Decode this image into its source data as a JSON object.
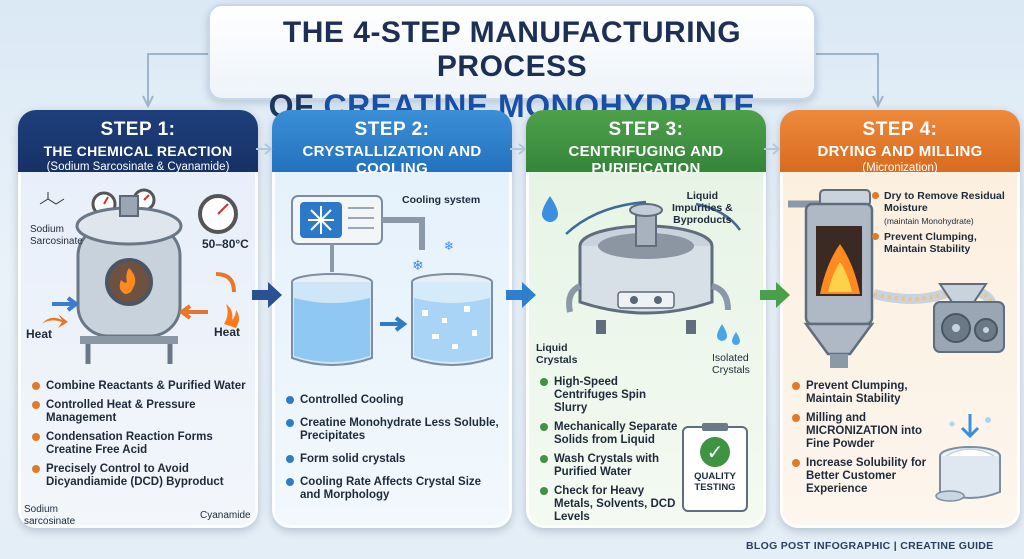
{
  "title": {
    "line1": "THE 4-STEP MANUFACTURING PROCESS",
    "line2_prefix": "OF",
    "line2_accent": "CREATINE MONOHYDRATE"
  },
  "steps": [
    {
      "title": "STEP 1:",
      "subtitle": "THE CHEMICAL REACTION",
      "note": "(Sodium Sarcosinate & Cyanamide)",
      "labels": {
        "sodium": "Sodium\nSarcosinate",
        "temp": "50–80°C",
        "heat_left": "Heat",
        "heat_right": "Heat",
        "sodium_bottom": "Sodium\nsarcosinate",
        "cyanamide": "Cyanamide"
      },
      "bullets": [
        "Combine Reactants & Purified Water",
        "Controlled Heat & Pressure Management",
        "Condensation Reaction Forms Creatine Free Acid",
        "Precisely Control to Avoid Dicyandiamide (DCD) Byproduct"
      ]
    },
    {
      "title": "STEP 2:",
      "subtitle": "CRYSTALLIZATION AND COOLING",
      "note": "",
      "labels": {
        "cooling": "Cooling system"
      },
      "bullets": [
        "Controlled Cooling",
        "Creatine Monohydrate Less Soluble, Precipitates",
        "Form solid crystals",
        "Cooling Rate Affects Crystal Size and Morphology"
      ]
    },
    {
      "title": "STEP 3:",
      "subtitle": "CENTRIFUGING AND PURIFICATION",
      "note": "",
      "labels": {
        "impurities": "Liquid\nImpurities &\nByproducts",
        "liquid_crystals": "Liquid\nCrystals",
        "isolated": "Isolated\nCrystals",
        "testing": "QUALITY\nTESTING"
      },
      "bullets": [
        "High-Speed Centrifuges Spin Slurry",
        "Mechanically Separate Solids from Liquid",
        "Wash Crystals with Purified Water",
        "Check for Heavy Metals, Solvents, DCD Levels"
      ]
    },
    {
      "title": "STEP 4:",
      "subtitle": "DRYING AND MILLING",
      "note": "(Micronization)",
      "labels": {
        "dry": "Dry to Remove Residual Moisture",
        "dry_note": "(maintain Monohydrate)",
        "prevent": "Prevent Clumping, Maintain Stability"
      },
      "bullets": [
        "Prevent Clumping, Maintain Stability",
        "Milling and MICRONIZATION into Fine Powder",
        "Increase Solubility for Better Customer Experience"
      ]
    }
  ],
  "footer": "BLOG POST INFOGRAPHIC | CREATINE GUIDE",
  "colors": {
    "step1": "#1e3f7c",
    "step2": "#3a8fd6",
    "step3": "#4ea04a",
    "step4": "#ee8a3c"
  }
}
